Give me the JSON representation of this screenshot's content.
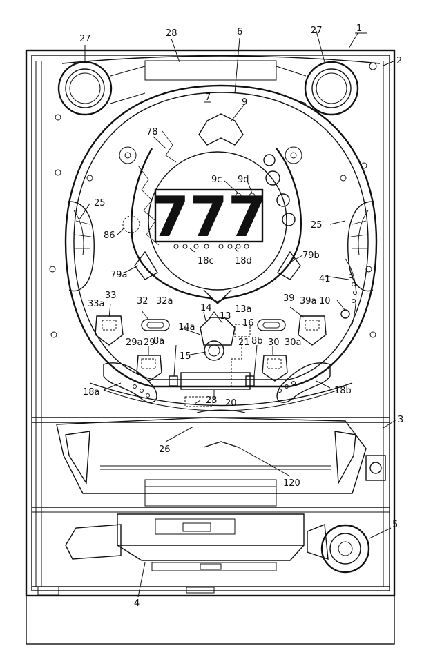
{
  "display": {
    "digits": "777"
  },
  "refs": {
    "r1": "1",
    "r2": "2",
    "r3": "3",
    "r4": "4",
    "r5": "5",
    "r6": "6",
    "r7": "7",
    "r8a": "8a",
    "r8b": "8b",
    "r9": "9",
    "r9c": "9c",
    "r9d": "9d",
    "r10": "10",
    "r13": "13",
    "r13a": "13a",
    "r14": "14",
    "r14a": "14a",
    "r15": "15",
    "r16": "16",
    "r18a": "18a",
    "r18b": "18b",
    "r18c": "18c",
    "r18d": "18d",
    "r20": "20",
    "r21": "21",
    "r23": "23",
    "r25l": "25",
    "r25r": "25",
    "r26": "26",
    "r27l": "27",
    "r27r": "27",
    "r28": "28",
    "r29": "29",
    "r29a": "29a",
    "r30": "30",
    "r30a": "30a",
    "r32": "32",
    "r32a": "32a",
    "r33": "33",
    "r33a": "33a",
    "r39": "39",
    "r39a": "39a",
    "r41": "41",
    "r78": "78",
    "r79a": "79a",
    "r79b": "79b",
    "r86": "86",
    "r120": "120"
  }
}
